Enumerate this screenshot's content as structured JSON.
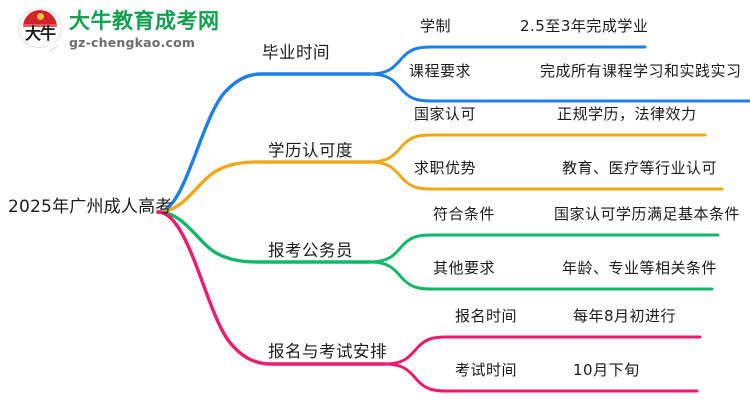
{
  "logo": {
    "mark_text": "大牛",
    "title": "大牛教育成考网",
    "domain": "gz-chengkao.com",
    "title_color": "#12a050",
    "mark_color": "#d2232a"
  },
  "mindmap": {
    "root": "2025年广州成人高考",
    "branches": [
      {
        "label": "毕业时间",
        "color": "#1E7FE8",
        "leaves": [
          {
            "key": "学制",
            "value": "2.5至3年完成学业"
          },
          {
            "key": "课程要求",
            "value": "完成所有课程学习和实践实习"
          }
        ]
      },
      {
        "label": "学历认可度",
        "color": "#F0A818",
        "leaves": [
          {
            "key": "国家认可",
            "value": "正规学历，法律效力"
          },
          {
            "key": "求职优势",
            "value": "教育、医疗等行业认可"
          }
        ]
      },
      {
        "label": "报考公务员",
        "color": "#12B76A",
        "leaves": [
          {
            "key": "符合条件",
            "value": "国家认可学历满足基本条件"
          },
          {
            "key": "其他要求",
            "value": "年龄、专业等相关条件"
          }
        ]
      },
      {
        "label": "报名与考试安排",
        "color": "#ED1A6E",
        "leaves": [
          {
            "key": "报名时间",
            "value": "每年8月初进行"
          },
          {
            "key": "考试时间",
            "value": "10月下旬"
          }
        ]
      }
    ]
  }
}
